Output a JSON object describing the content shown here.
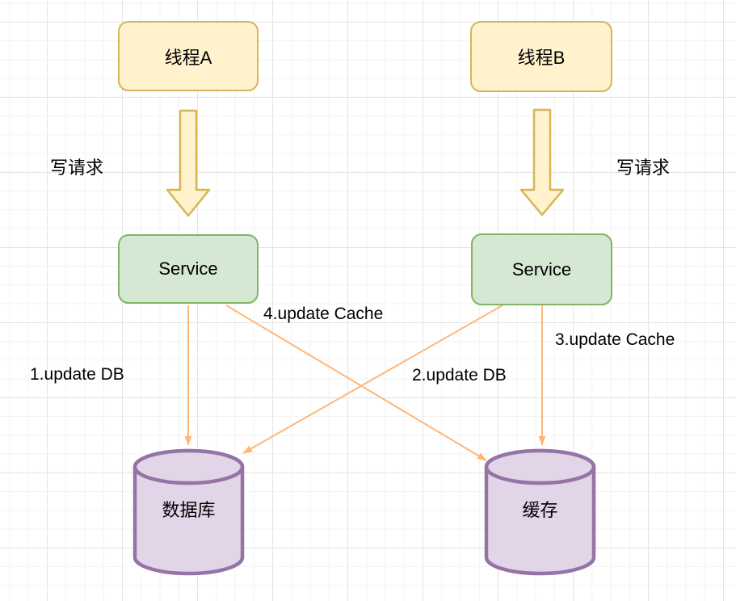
{
  "nodes": {
    "thread_a": {
      "label": "线程A"
    },
    "thread_b": {
      "label": "线程B"
    },
    "service_a": {
      "label": "Service"
    },
    "service_b": {
      "label": "Service"
    },
    "database": {
      "label": "数据库"
    },
    "cache": {
      "label": "缓存"
    }
  },
  "edges": {
    "write_request_a": {
      "label": "写请求"
    },
    "write_request_b": {
      "label": "写请求"
    },
    "update_db_1": {
      "label": "1.update DB"
    },
    "update_db_2": {
      "label": "2.update DB"
    },
    "update_cache_3": {
      "label": "3.update Cache"
    },
    "update_cache_4": {
      "label": "4.update Cache"
    }
  },
  "colors": {
    "thread_fill": "#FFF2CC",
    "thread_border": "#D6B656",
    "service_fill": "#D5E8D4",
    "service_border": "#82B366",
    "store_fill": "#E1D5E7",
    "store_border": "#9673A6",
    "arrow": "#FFB778",
    "text": "#000000",
    "grid_minor": "#f3f3f3",
    "grid_major": "#e4e4e4"
  }
}
